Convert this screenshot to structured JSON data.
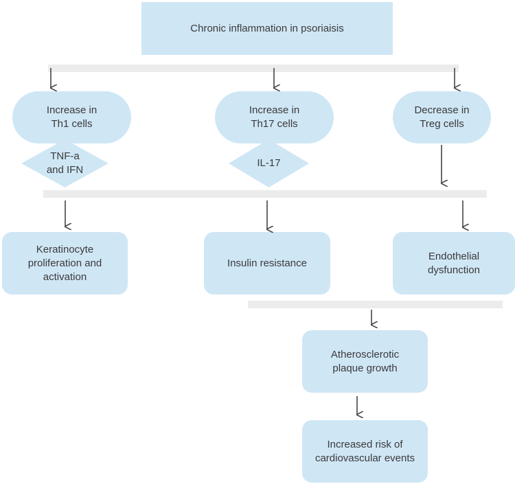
{
  "diagram": {
    "root": "Chronic inflammation in psoriaisis",
    "branches": [
      {
        "cell": "Increase in\nTh1 cells",
        "mediator": "TNF-a\nand IFN"
      },
      {
        "cell": "Increase in\nTh17 cells",
        "mediator": "IL-17"
      },
      {
        "cell": "Decrease in\nTreg cells"
      }
    ],
    "outcomes": [
      "Keratinocyte\nproliferation and\nactivation",
      "Insulin resistance",
      "Endothelial\ndysfunction"
    ],
    "plaque": "Atherosclerotic\nplaque growth",
    "risk": "Increased risk of\ncardiovascular events"
  },
  "colors": {
    "node_fill": "#cfe6f5",
    "bar_fill": "#ececec",
    "arrow": "#444444"
  }
}
